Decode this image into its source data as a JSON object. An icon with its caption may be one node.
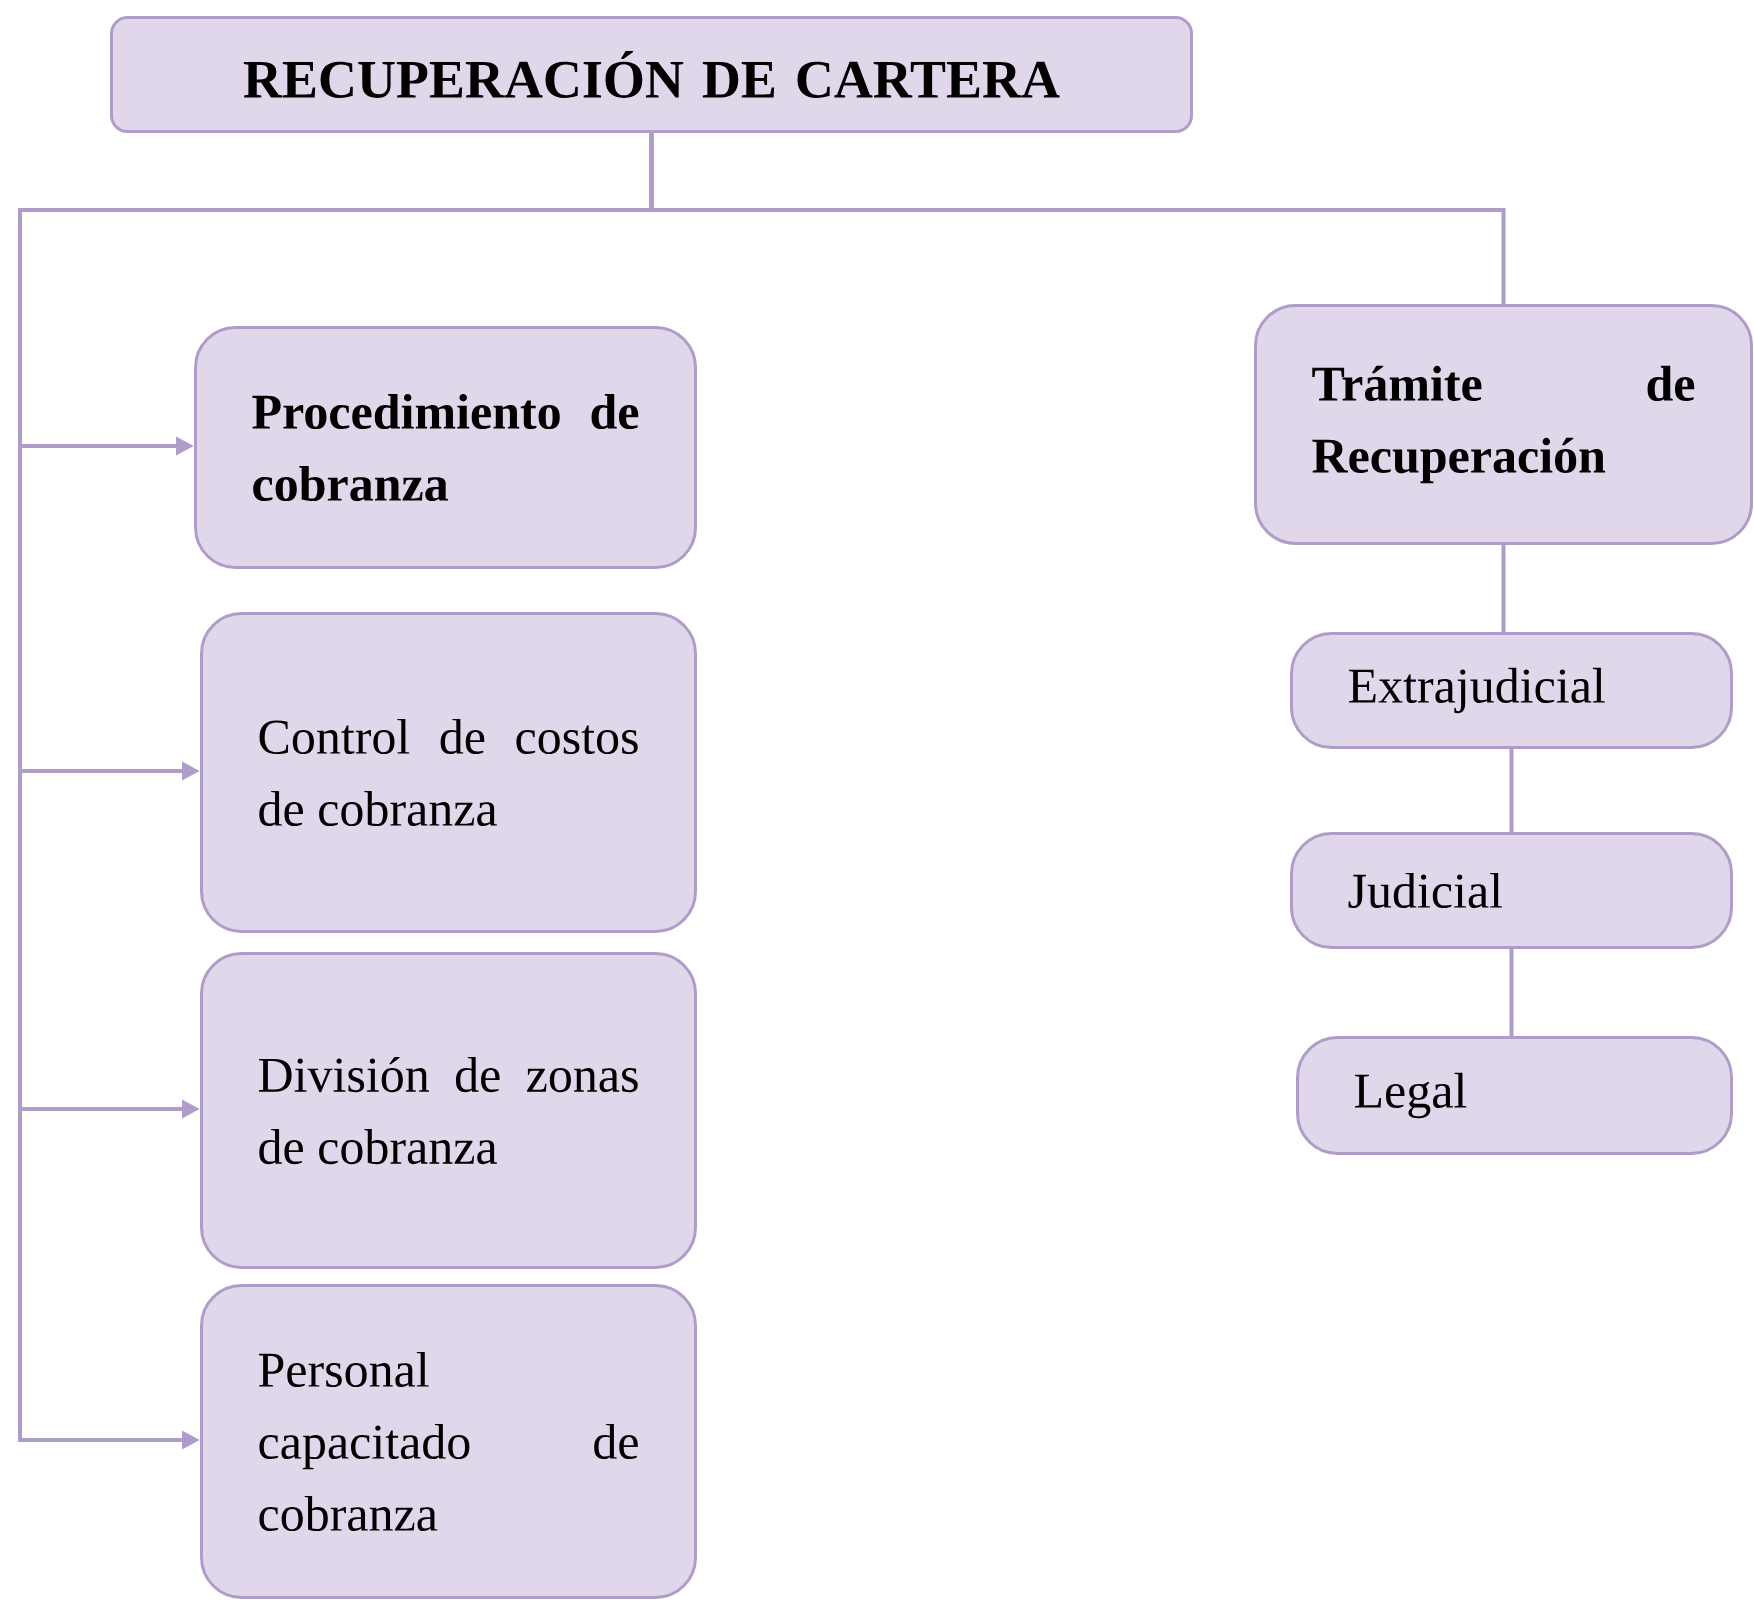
{
  "diagram": {
    "nodes": [
      {
        "text": [
          "RECUPERACIÓN DE CARTERA"
        ]
      },
      {
        "text": [
          "Procedimiento de cobranza"
        ]
      },
      {
        "text": [
          "Control de costos de cobranza"
        ]
      },
      {
        "text": [
          "División de zonas de cobranza"
        ]
      },
      {
        "text": [
          "Personal capacitado de cobranza"
        ]
      },
      {
        "text": [
          "Trámite de Recuperación"
        ]
      },
      {
        "text": [
          "Extrajudicial"
        ]
      },
      {
        "text": [
          "Judicial"
        ]
      },
      {
        "text": [
          "Legal"
        ]
      }
    ],
    "edges": [
      {
        "from": 0,
        "to": 1,
        "arrow": "to"
      },
      {
        "from": 0,
        "to": 2,
        "arrow": "to"
      },
      {
        "from": 0,
        "to": 3,
        "arrow": "to"
      },
      {
        "from": 0,
        "to": 4,
        "arrow": "to"
      },
      {
        "from": 0,
        "to": 5,
        "arrow": "none"
      },
      {
        "from": 5,
        "to": 6,
        "arrow": "none"
      },
      {
        "from": 6,
        "to": 7,
        "arrow": "none"
      },
      {
        "from": 7,
        "to": 8,
        "arrow": "none"
      }
    ]
  }
}
